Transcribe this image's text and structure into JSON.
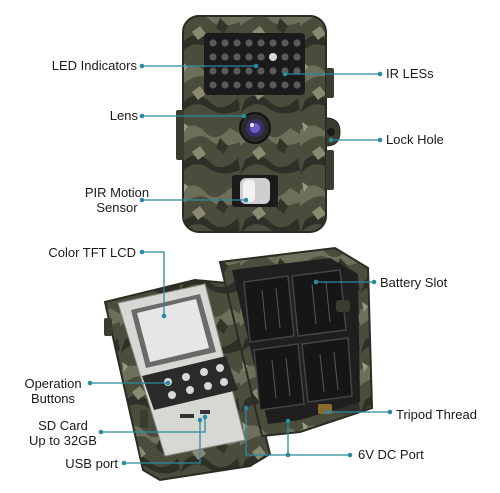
{
  "labels": {
    "led_indicators": "LED Indicators",
    "ir_leds": "IR LESs",
    "lens": "Lens",
    "lock_hole": "Lock Hole",
    "pir_line1": "PIR Motion",
    "pir_line2": "Sensor",
    "color_tft_lcd": "Color TFT LCD",
    "battery_slot": "Battery Slot",
    "operation_line1": "Operation",
    "operation_line2": "Buttons",
    "sd_line1": "SD Card",
    "sd_line2": "Up to 32GB",
    "tripod_thread": "Tripod Thread",
    "usb_port": "USB port",
    "dc_port": "6V DC Port"
  },
  "colors": {
    "leader": "#2b8a9e",
    "camo_base": "#4a4d3c",
    "camo_dark": "#2e2f26",
    "camo_light": "#7b7b66",
    "ir_panel": "#1b1b1b",
    "interior": "#1f1f1f"
  }
}
